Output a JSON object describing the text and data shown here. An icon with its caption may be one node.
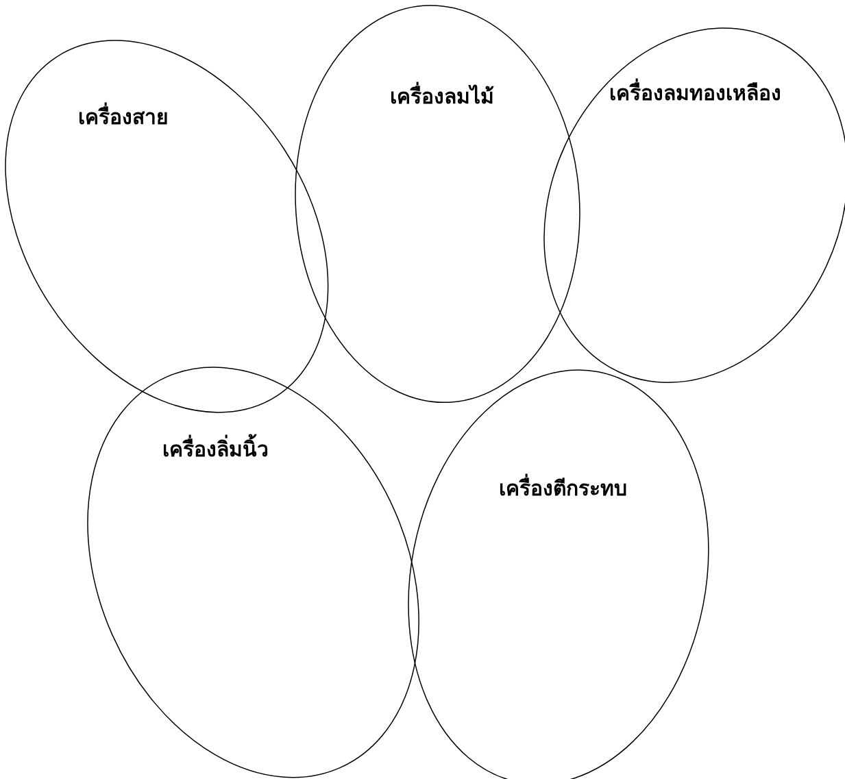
{
  "diagram": {
    "nodes": [
      {
        "text": [
          "เครื่องสาย"
        ]
      },
      {
        "text": [
          "เครื่องลมไม้"
        ]
      },
      {
        "text": [
          "เครื่องลมทองเหลือง"
        ]
      },
      {
        "text": [
          "เครื่องลิ่มนิ้ว"
        ]
      },
      {
        "text": [
          "เครื่องตีกระทบ"
        ]
      }
    ]
  }
}
